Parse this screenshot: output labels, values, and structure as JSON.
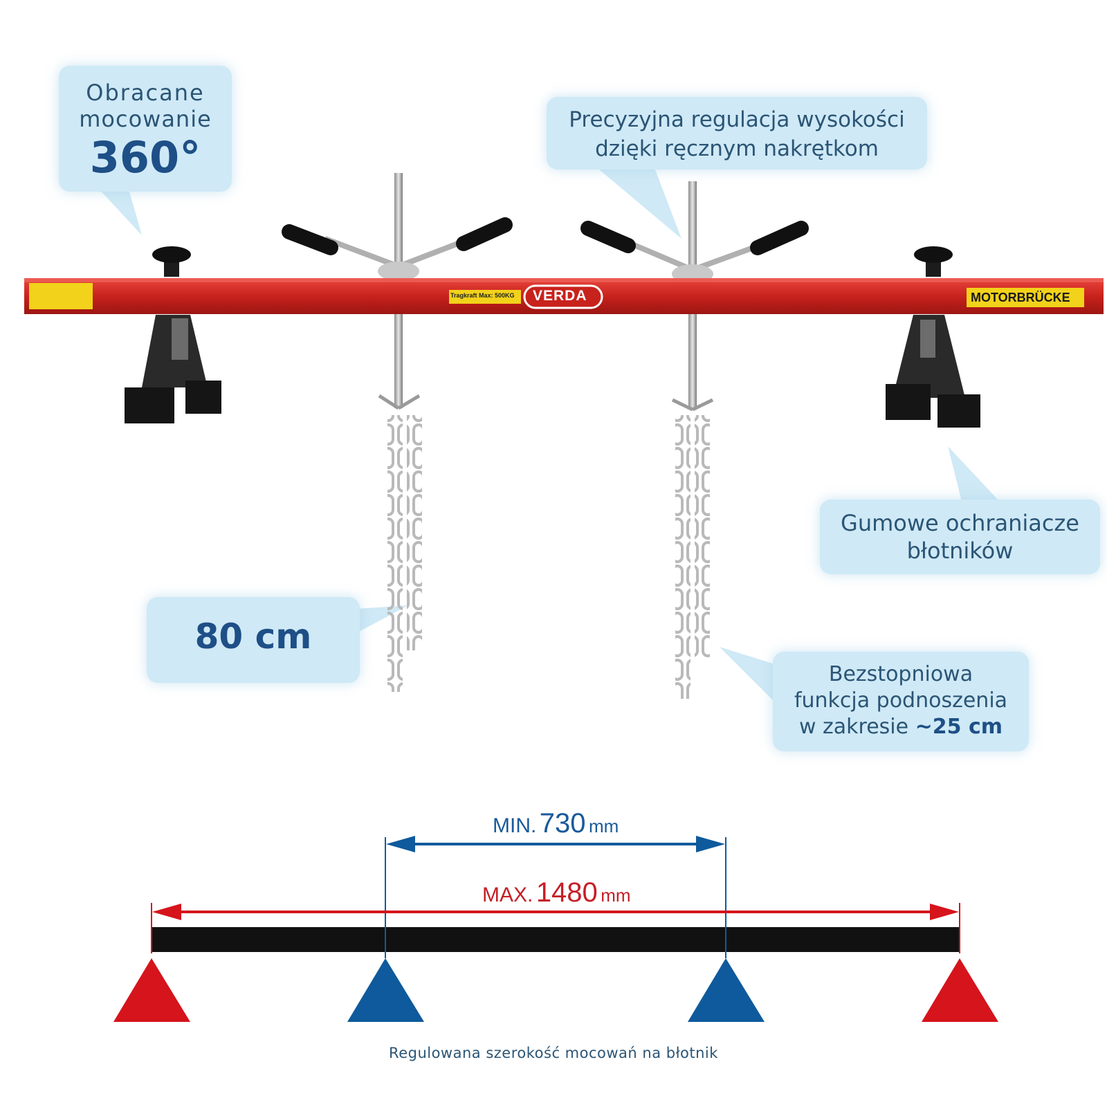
{
  "callouts": {
    "rotate": {
      "line1": "Obracane",
      "line2": "mocowanie",
      "line3": "360°"
    },
    "precision": {
      "line1": "Precyzyjna regulacja wysokości",
      "line2": "dzięki ręcznym nakrętkom"
    },
    "rubber": {
      "line1": "Gumowe ochraniacze",
      "line2": "błotników"
    },
    "chain": {
      "value": "80 cm"
    },
    "lift": {
      "line1": "Bezstopniowa",
      "line2": "funkcja podnoszenia",
      "line3_prefix": "w zakresie ",
      "line3_value": "~25 cm"
    }
  },
  "product": {
    "brand": "VERDA",
    "capacity": "Tragkraft Max: 500KG",
    "model": "MOTORBRÜCKE"
  },
  "dimensions": {
    "min": {
      "label": "MIN.",
      "value": "730",
      "unit": "mm"
    },
    "max": {
      "label": "MAX.",
      "value": "1480",
      "unit": "mm"
    }
  },
  "footer": "Regulowana szerokość mocowań na błotnik",
  "colors": {
    "red": "#d5141c",
    "blue": "#0e5a9c",
    "callout_bg": "#cfe9f6",
    "callout_text": "#2b5575"
  }
}
